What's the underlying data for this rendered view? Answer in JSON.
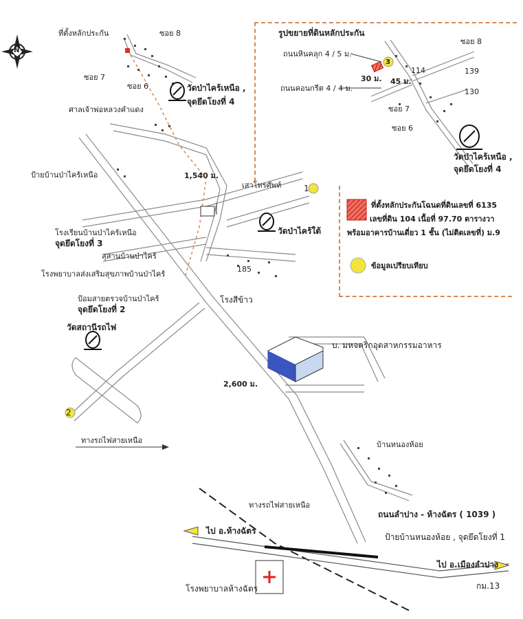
{
  "compass": {
    "letter": "N"
  },
  "colors": {
    "road": "#8a8a8a",
    "dashed_border": "#d48a55",
    "plot": "#e03020",
    "marker": "#f2e63a",
    "railway": "#222222"
  },
  "main_map": {
    "labels": {
      "plot_site": "ที่ตั้งหลักประกัน",
      "soi8": "ซอย 8",
      "soi7": "ซอย 7",
      "soi6": "ซอย 6",
      "shrine": "ศาลเจ้าพ่อหลวงคำแดง",
      "temple_north": "วัดป่าไคร้เหนือ ,",
      "landmark4": "จุดยึดโยงที่  4",
      "village_sign": "ป้ายบ้านป่าไคร้เหนือ",
      "dist1540": "1,540 ม.",
      "phone_pole": "เสาโทรศัพท์",
      "school": "โรงเรียนบ้านป่าไคร้เหนือ",
      "landmark3": "จุดยึดโยงที่  3",
      "cemetery": "สุสานบ้านป่าไคร้",
      "temple_south": "วัดป่าไคร้ใต้",
      "hospital_local": "โรงพยาบาลส่งเสริมสุขภาพบ้านป่าไคร้",
      "num185": "185",
      "police": "ป้อมสายตรวจบ้านป่าไคร้",
      "landmark2": "จุดยึดโยงที่  2",
      "rice_mill": "โรงสีข้าว",
      "temple_station": "วัดสถานีรถไฟ",
      "factory": "บ. มหจตริกอุตสาหกรรมอาหาร",
      "dist2600": "2,600 ม.",
      "railway_north_1": "ทางรถไฟสายเหนือ",
      "village_nonghoi": "บ้านหนองห้อย",
      "railway_north_2": "ทางรถไฟสายเหนือ",
      "road_name": "ถนนลำปาง - ห้างฉัตร ( 1039 )",
      "to_hangchat": "ไป อ.ห้างฉัตร",
      "sign_nonghoi": "ป้ายบ้านหนองห้อย , จุดยึดโยงที่   1",
      "to_lampang": "ไป อ.เมืองลำปาง",
      "hospital": "โรงพยาบาลห้างฉัตร",
      "km13": "กม.13",
      "marker1": "1",
      "marker2": "2"
    }
  },
  "inset": {
    "title": "รูปขยายที่ดินหลักประกัน",
    "soi8": "ซอย 8",
    "road_concrete": "ถนนหินคลุก 4 / 5 ม.",
    "marker3": "3",
    "num114": "114",
    "num139": "139",
    "dist30": "30 ม.",
    "dist45": "45 ม.",
    "road_concrete2": "ถนนคอนกรีต 4 / 4 ม.",
    "num130": "130",
    "soi7": "ซอย 7",
    "soi6": "ซอย 6",
    "temple": "วัดป่าไคร้เหนือ ,",
    "landmark4": "จุดยึดโยงที่  4"
  },
  "legend": {
    "plot_line1": "ที่ตั้งหลักประกันโฉนดที่ดินเลขที่ 6135",
    "plot_line2": "เลขที่ดิน 104 เนื้อที่ 97.70 ตารางวา",
    "plot_line3": "พร้อมอาคารบ้านเดี่ยว  1 ชั้น (ไม่ติดเลขที่) ม.9",
    "comparison": "ข้อมูลเปรียบเทียบ"
  }
}
